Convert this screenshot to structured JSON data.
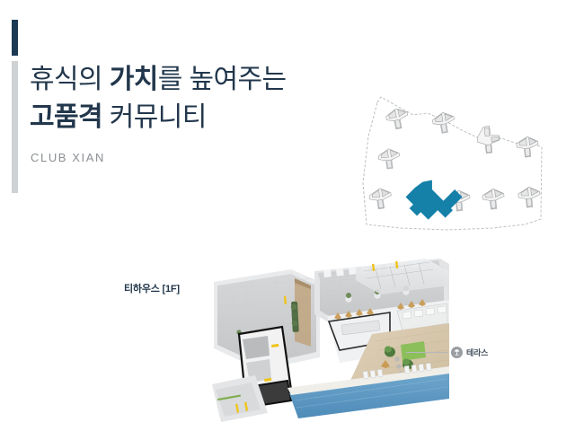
{
  "theme": {
    "navy": "#22374c",
    "accent_dark": "#1d3a55",
    "accent_light": "#cfd2d5",
    "teal_highlight": "#1580a8",
    "subtitle_gray": "#8b8f93",
    "background": "#ffffff"
  },
  "headline": {
    "line1_part1": "휴식의 ",
    "line1_part2": "가치",
    "line1_part3": "를 높여주는",
    "line2_part1": "고품격",
    "line2_part2": " 커뮤니티"
  },
  "subtitle": "CLUB XIAN",
  "site_plan": {
    "name": "site-plan-diagram",
    "highlight_color": "#1580a8",
    "outline_color": "#b9bcbf",
    "building_count": 11,
    "highlighted_building": "community-club"
  },
  "floorplan": {
    "label": "티하우스 [1F]",
    "render_name": "teahouse-1f-isometric-render"
  },
  "callout": {
    "badge_icon": "terrace-icon",
    "label": "테라스"
  }
}
